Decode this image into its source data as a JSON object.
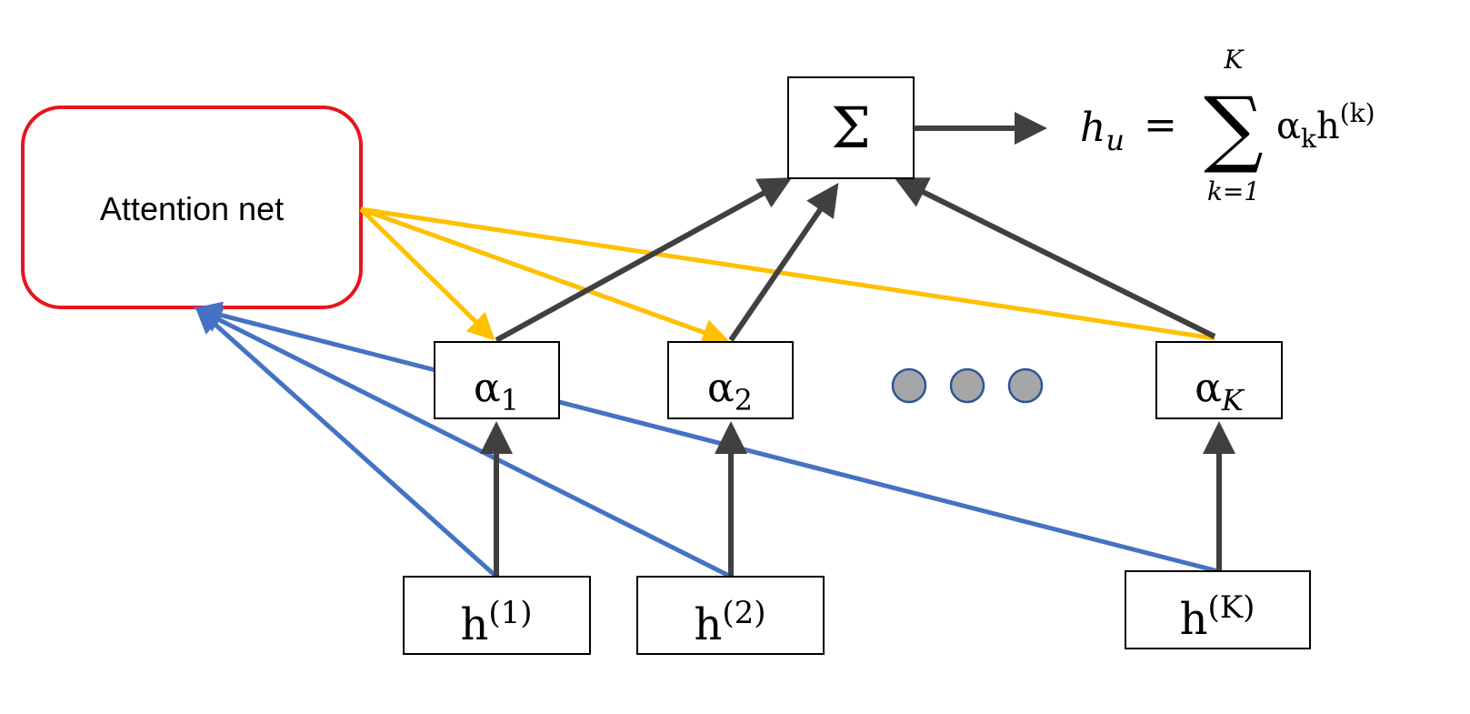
{
  "colors": {
    "attention_border": "#e8141c",
    "input_arrows": "#4472c4",
    "weight_arrows": "#ffc000",
    "dark_arrows": "#404040",
    "dots_fill": "#a6a6a6",
    "dots_stroke": "#2f5597"
  },
  "attention_net": {
    "label": "Attention net"
  },
  "sum_node": {
    "symbol": "Σ"
  },
  "formula": {
    "lhs_base": "h",
    "lhs_sub": "u",
    "equals": "=",
    "sum_symbol": "∑",
    "upper_limit": "K",
    "lower_limit": "k=1",
    "term_alpha": "α",
    "term_alpha_sub": "k",
    "term_h": "h",
    "term_h_sup": "(k)"
  },
  "alpha_nodes": [
    {
      "base": "α",
      "sub": "1"
    },
    {
      "base": "α",
      "sub": "2"
    },
    {
      "base": "α",
      "sub": "K"
    }
  ],
  "hidden_nodes": [
    {
      "base": "h",
      "sup": "(1)"
    },
    {
      "base": "h",
      "sup": "(2)"
    },
    {
      "base": "h",
      "sup": "(K)"
    }
  ],
  "ellipsis": {
    "count": 3,
    "icon": "ellipsis-dots-icon"
  }
}
